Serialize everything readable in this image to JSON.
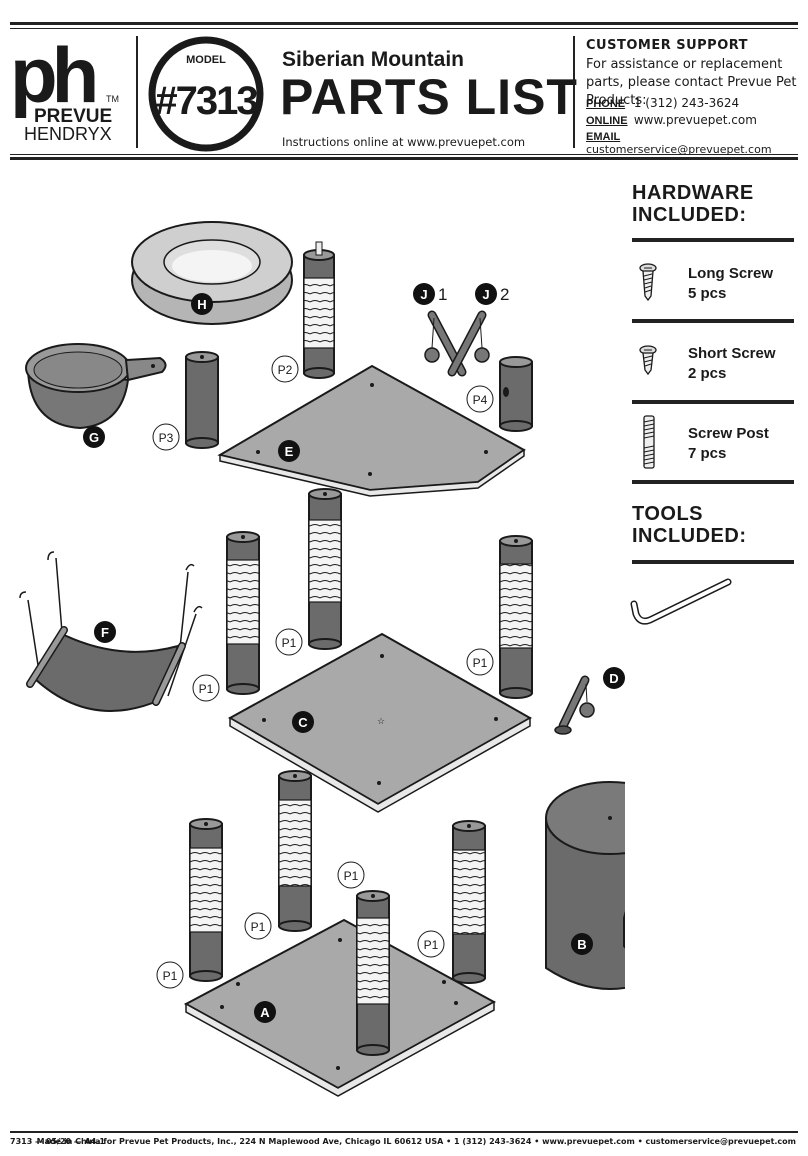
{
  "header": {
    "logo_letters": "ph",
    "logo_brand_top": "PREVUE",
    "logo_brand_bottom": "HENDRYX",
    "logo_tm": "TM",
    "model_label": "MODEL",
    "model_number": "#7313",
    "product_name": "Siberian Mountain",
    "document_title": "PARTS LIST",
    "instructions_note": "Instructions online at www.prevuepet.com"
  },
  "support": {
    "title": "CUSTOMER SUPPORT",
    "text": "For assistance or replacement parts, please contact Prevue Pet Products:",
    "phone_label": "PHONE",
    "phone_value": "1 (312) 243-3624",
    "online_label": "ONLINE",
    "online_value": "www.prevuepet.com",
    "email_label": "EMAIL",
    "email_value": "customerservice@prevuepet.com"
  },
  "hardware": {
    "heading_line1": "HARDWARE",
    "heading_line2": "INCLUDED:",
    "items": [
      {
        "name": "Long Screw",
        "qty": "5 pcs",
        "icon": "long-screw-icon"
      },
      {
        "name": "Short Screw",
        "qty": "2 pcs",
        "icon": "short-screw-icon"
      },
      {
        "name": "Screw Post",
        "qty": "7 pcs",
        "icon": "screw-post-icon"
      }
    ]
  },
  "tools": {
    "heading_line1": "TOOLS",
    "heading_line2": "INCLUDED:",
    "icon": "allen-key-icon"
  },
  "parts": {
    "A": "A",
    "B": "B",
    "C": "C",
    "D": "D",
    "E": "E",
    "F": "F",
    "G": "G",
    "H": "H",
    "J1_letter": "J",
    "J1_num": "1",
    "J2_letter": "J",
    "J2_num": "2",
    "P1": "P1",
    "P2": "P2",
    "P3": "P3",
    "P4": "P4"
  },
  "footer": {
    "left": "7313 — 05/20 — A4.1",
    "right": "Made in China for Prevue Pet Products, Inc., 224 N Maplewood Ave, Chicago IL  60612  USA • 1 (312) 243-3624 • www.prevuepet.com • customerservice@prevuepet.com"
  },
  "colors": {
    "ink": "#1a1a1a",
    "post_gray": "#6b6b6b",
    "platform_gray": "#a9a9a9",
    "light_gray": "#cfcfcf",
    "label_black": "#111111"
  }
}
